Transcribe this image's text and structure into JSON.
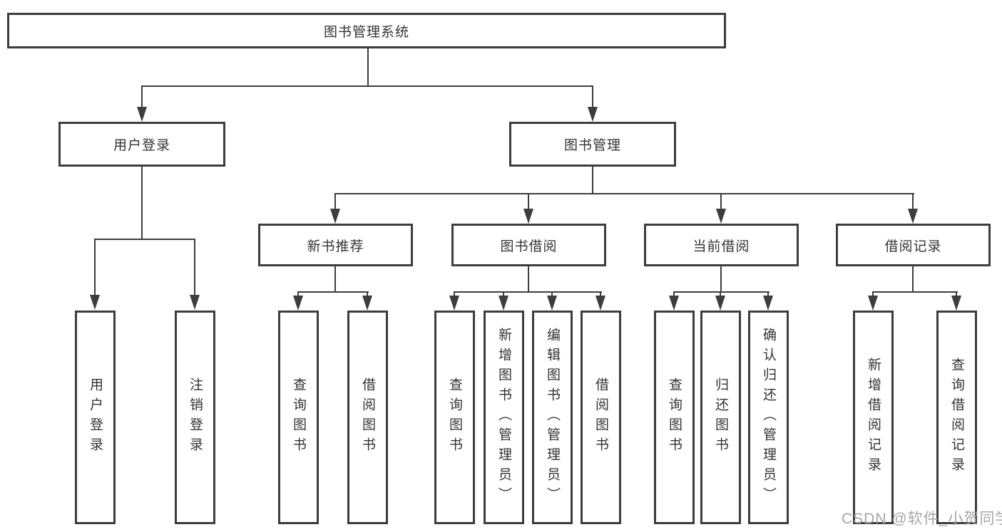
{
  "diagram": {
    "type": "hierarchy-tree",
    "tree": {
      "root": "图书管理系统",
      "l2": [
        "用户登录",
        "图书管理"
      ],
      "l3": [
        "新书推荐",
        "图书借阅",
        "当前借阅",
        "借阅记录"
      ],
      "leaves": [
        "用户登录",
        "注销登录",
        "查询图书",
        "借阅图书",
        "查询图书",
        "新增图书（管理员）",
        "编辑图书（管理员）",
        "借阅图书",
        "查询图书",
        "归还图书",
        "确认归还（管理员）",
        "新增借阅记录",
        "查询借阅记录"
      ]
    },
    "hierarchy": {
      "图书管理系统": [
        "用户登录",
        "图书管理"
      ],
      "用户登录": [
        "用户登录",
        "注销登录"
      ],
      "图书管理": [
        "新书推荐",
        "图书借阅",
        "当前借阅",
        "借阅记录"
      ],
      "新书推荐": [
        "查询图书",
        "借阅图书"
      ],
      "图书借阅": [
        "查询图书",
        "新增图书（管理员）",
        "编辑图书（管理员）",
        "借阅图书"
      ],
      "当前借阅": [
        "查询图书",
        "归还图书",
        "确认归还（管理员）"
      ],
      "借阅记录": [
        "新增借阅记录",
        "查询借阅记录"
      ]
    }
  },
  "watermark": {
    "text": "CSDN @软件_小贺同学"
  },
  "colors": {
    "background": "#ffffff",
    "line": "#3d3d3d",
    "text": "#333333",
    "watermark": "#a6a6a6"
  }
}
